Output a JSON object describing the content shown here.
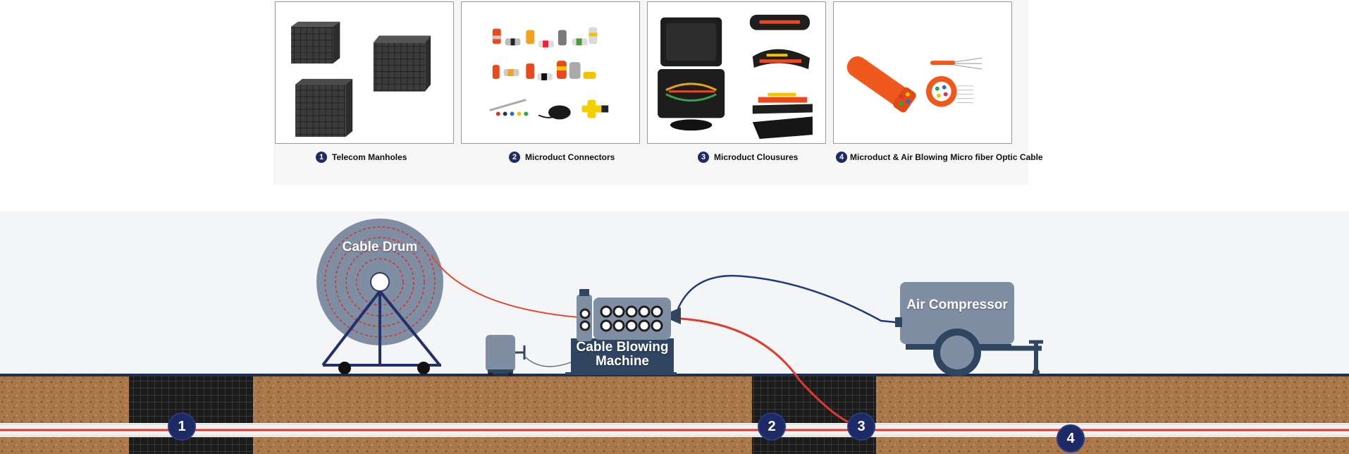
{
  "products": [
    {
      "number": "1",
      "label": "Telecom Manholes",
      "icon": "manhole-boxes-image"
    },
    {
      "number": "2",
      "label": "Microduct Connectors",
      "icon": "connectors-image"
    },
    {
      "number": "3",
      "label": "Microduct Clousures",
      "icon": "closures-image"
    },
    {
      "number": "4",
      "label": "Microduct & Air Blowing Micro fiber Optic Cable",
      "icon": "cable-image"
    }
  ],
  "diagram": {
    "cable_drum_label": "Cable Drum",
    "blowing_machine_label_line1": "Cable Blowing",
    "blowing_machine_label_line2": "Machine",
    "air_compressor_label": "Air Compressor",
    "markers": [
      "1",
      "2",
      "3",
      "4"
    ]
  },
  "colors": {
    "marker": "#1c2a66",
    "equipment": "#7f8ea3",
    "equipment_dark": "#2f4560",
    "cable_red": "#e03a2a",
    "hose_blue": "#1f3a7a",
    "soil": "#a8784a",
    "duct_white": "#f1f1f1"
  }
}
